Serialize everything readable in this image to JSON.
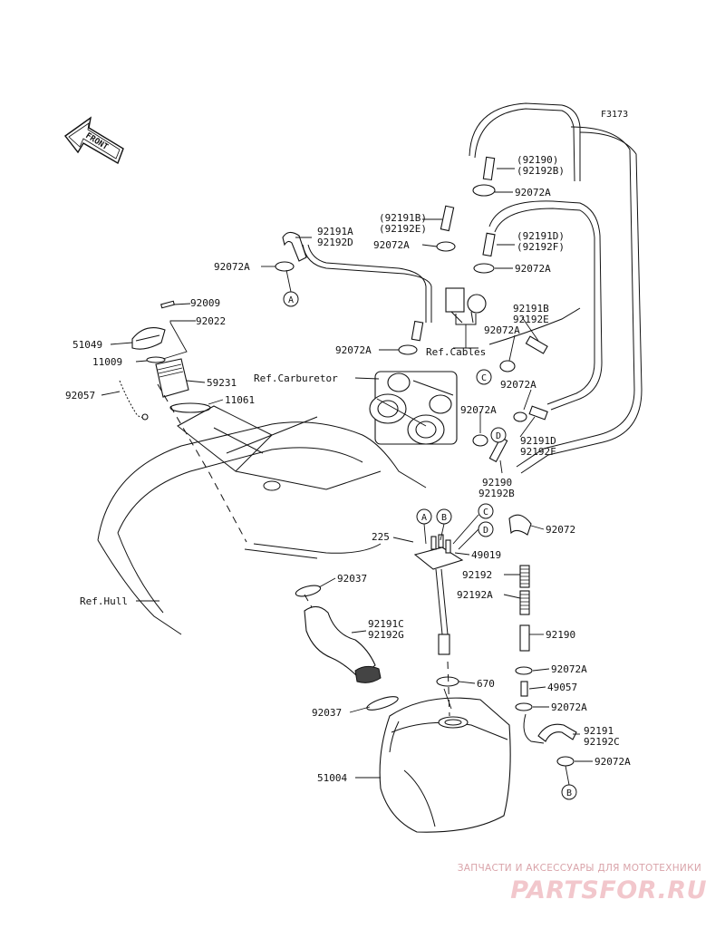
{
  "figure_code": "F3173",
  "front_label": "FRONT",
  "labels": {
    "p92190_92192B_top": [
      "(92190)",
      "(92192B)"
    ],
    "p92072A_1": "92072A",
    "p92191B_92192E_top": [
      "(92191B)",
      "(92192E)"
    ],
    "p92072A_2": "92072A",
    "p92191D_92192F_top": [
      "(92191D)",
      "(92192F)"
    ],
    "p92072A_3": "92072A",
    "p92191A_92192D": [
      "92191A",
      "92192D"
    ],
    "p92072A_left": "92072A",
    "p92009": "92009",
    "p92022": "92022",
    "p51049": "51049",
    "p11009": "11009",
    "p59231": "59231",
    "p92057": "92057",
    "p11061": "11061",
    "p92072A_mid": "92072A",
    "ref_carburetor": "Ref.Carburetor",
    "ref_cables": "Ref.Cables",
    "p92191B_92192E_right": [
      "92191B",
      "92192E"
    ],
    "p92072A_c": "92072A",
    "p92072A_d": "92072A",
    "p92072A_e": "92072A",
    "p92191D_92192F_right": [
      "92191D",
      "92192F"
    ],
    "p92190_92192B_low": [
      "92190",
      "92192B"
    ],
    "p225": "225",
    "p49019": "49019",
    "p92072": "92072",
    "p92192": "92192",
    "p92192A": "92192A",
    "p92190": "92190",
    "p92072A_f": "92072A",
    "p49057": "49057",
    "p92072A_g": "92072A",
    "p92191_92192C": [
      "92191",
      "92192C"
    ],
    "p92072A_h": "92072A",
    "p670": "670",
    "p92037_top": "92037",
    "p92191C_92192G": [
      "92191C",
      "92192G"
    ],
    "p92037_low": "92037",
    "p51004": "51004",
    "ref_hull": "Ref.Hull"
  },
  "markers": {
    "A1": "A",
    "A2": "A",
    "B1": "B",
    "B2": "B",
    "C1": "C",
    "C2": "C",
    "D1": "D",
    "D2": "D"
  },
  "watermark": {
    "caption": "ЗАПЧАСТИ И АКСЕССУАРЫ ДЛЯ МОТОТЕХНИКИ",
    "logo": "PARTSFOR.RU"
  }
}
